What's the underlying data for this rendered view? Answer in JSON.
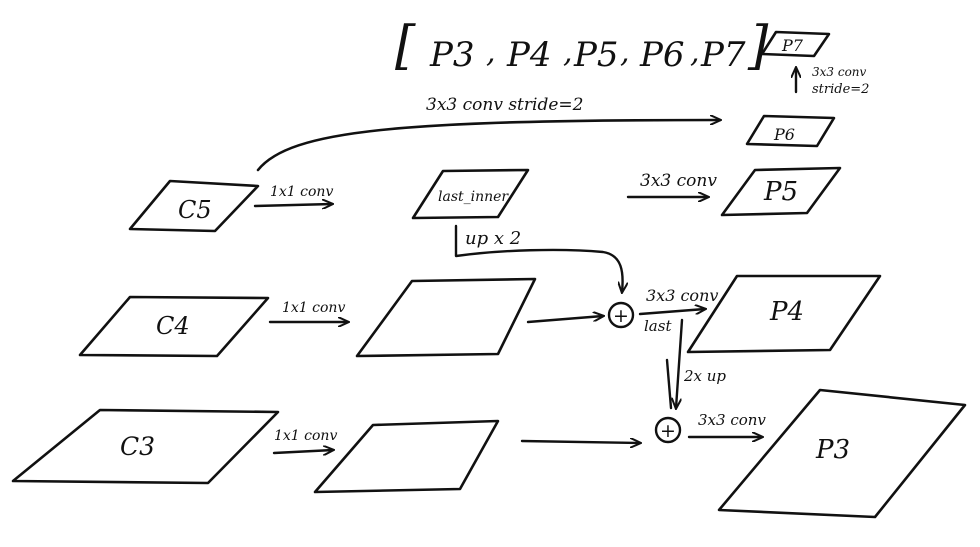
{
  "header": {
    "bracket_open": "[",
    "bracket_close": "]",
    "outputs": [
      "P3",
      "P4",
      "P5",
      "P6",
      "P7"
    ]
  },
  "nodes": {
    "c5": "C5",
    "c4": "C4",
    "c3": "C3",
    "last_inner": "last_inner",
    "p7": "P7",
    "p6": "P6",
    "p5": "P5",
    "p4": "P4",
    "p3": "P3",
    "add": "+"
  },
  "ops": {
    "conv3x3_stride2_long": "3x3 conv stride=2",
    "p7_conv_line1": "3x3 conv",
    "p7_conv_line2": "stride=2",
    "c5_1x1": "1x1 conv",
    "p5_3x3": "3x3 conv",
    "upx2": "up x 2",
    "c4_1x1": "1x1 conv",
    "p4_3x3": "3x3 conv",
    "last": "last",
    "up2x": "2x up",
    "c3_1x1": "1x1 conv",
    "p3_3x3": "3x3 conv"
  }
}
